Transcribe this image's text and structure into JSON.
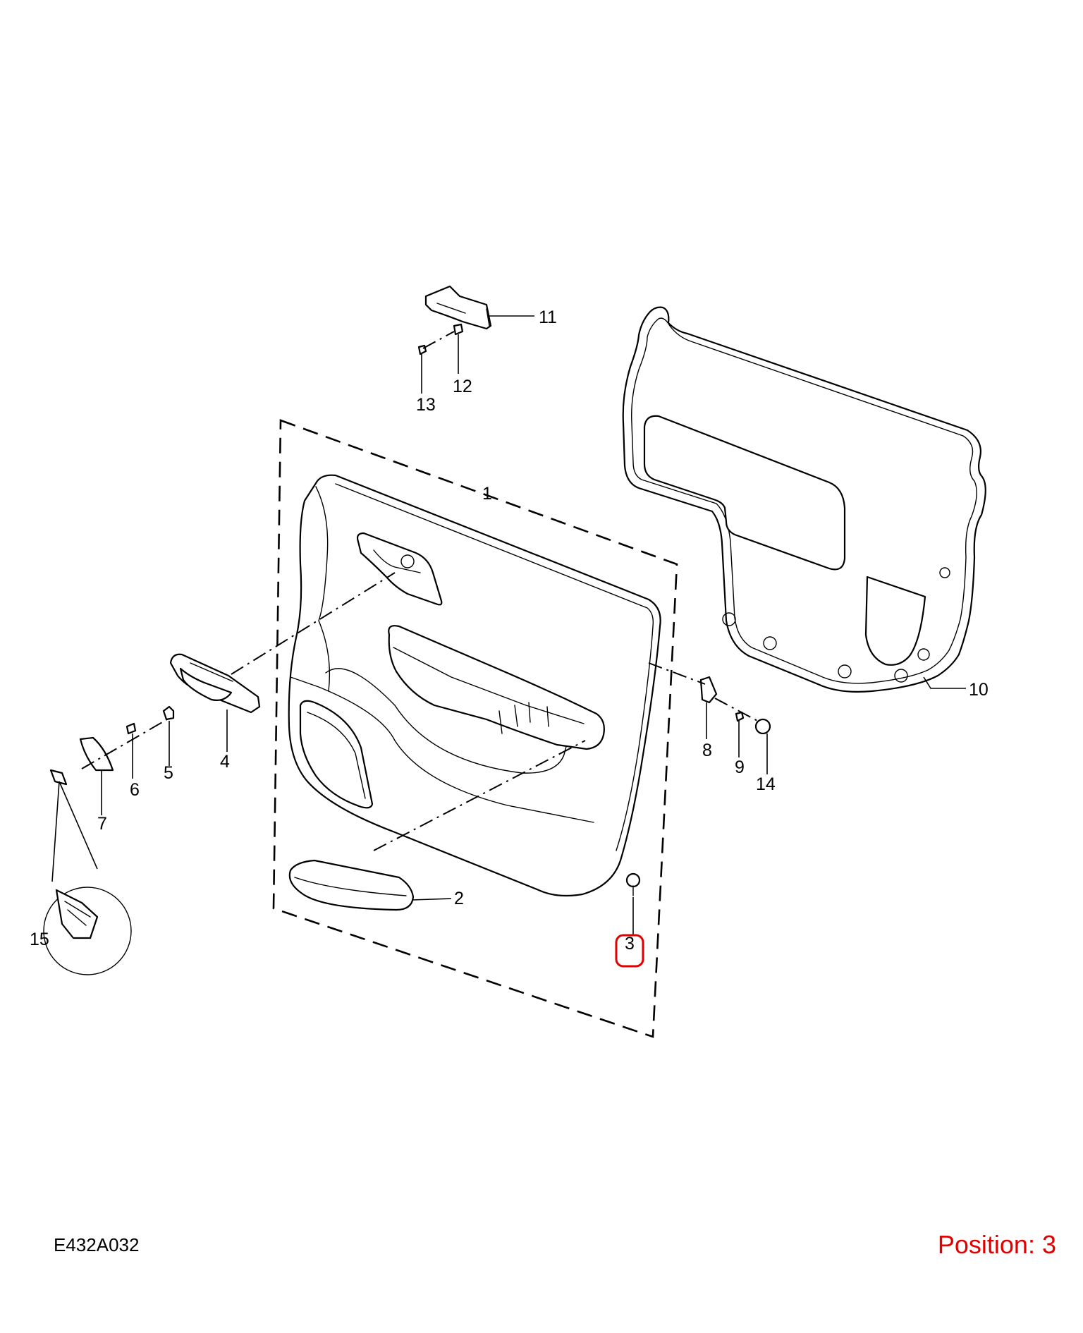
{
  "diagram": {
    "code": "E432A032",
    "position_prefix": "Position:",
    "position_value": "3",
    "highlight_color": "#e00000",
    "callouts": [
      "1",
      "2",
      "3",
      "4",
      "5",
      "6",
      "7",
      "8",
      "9",
      "10",
      "11",
      "12",
      "13",
      "14",
      "15"
    ],
    "highlighted_callout": "3"
  }
}
